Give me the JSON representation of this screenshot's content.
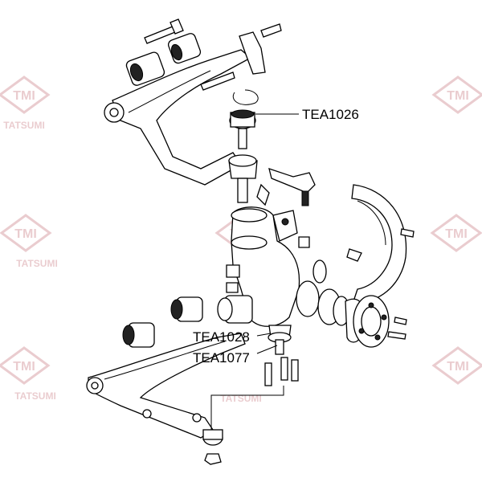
{
  "watermark": {
    "logo_text": "TMI",
    "brand_text": "TATSUMI",
    "color": "#d9a3a8"
  },
  "callouts": [
    {
      "id": "c1",
      "label": "TEA1026"
    },
    {
      "id": "c2",
      "label": "TEA1028"
    },
    {
      "id": "c3",
      "label": "TEA1077"
    }
  ]
}
